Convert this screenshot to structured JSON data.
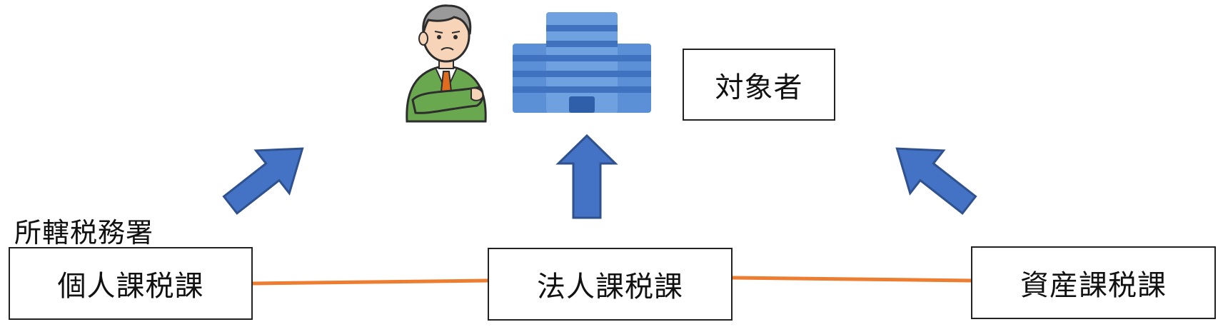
{
  "target_label": "対象者",
  "office_label": "所轄税務署",
  "departments": [
    {
      "name": "個人課税課"
    },
    {
      "name": "法人課税課"
    },
    {
      "name": "資産課税課"
    }
  ],
  "icons": {
    "person": "businessman-icon",
    "company": "office-building-icon"
  },
  "colors": {
    "arrow_fill": "#4472c4",
    "arrow_stroke": "#2f528f",
    "connector_line": "#ed7d31",
    "box_border": "#222222"
  }
}
